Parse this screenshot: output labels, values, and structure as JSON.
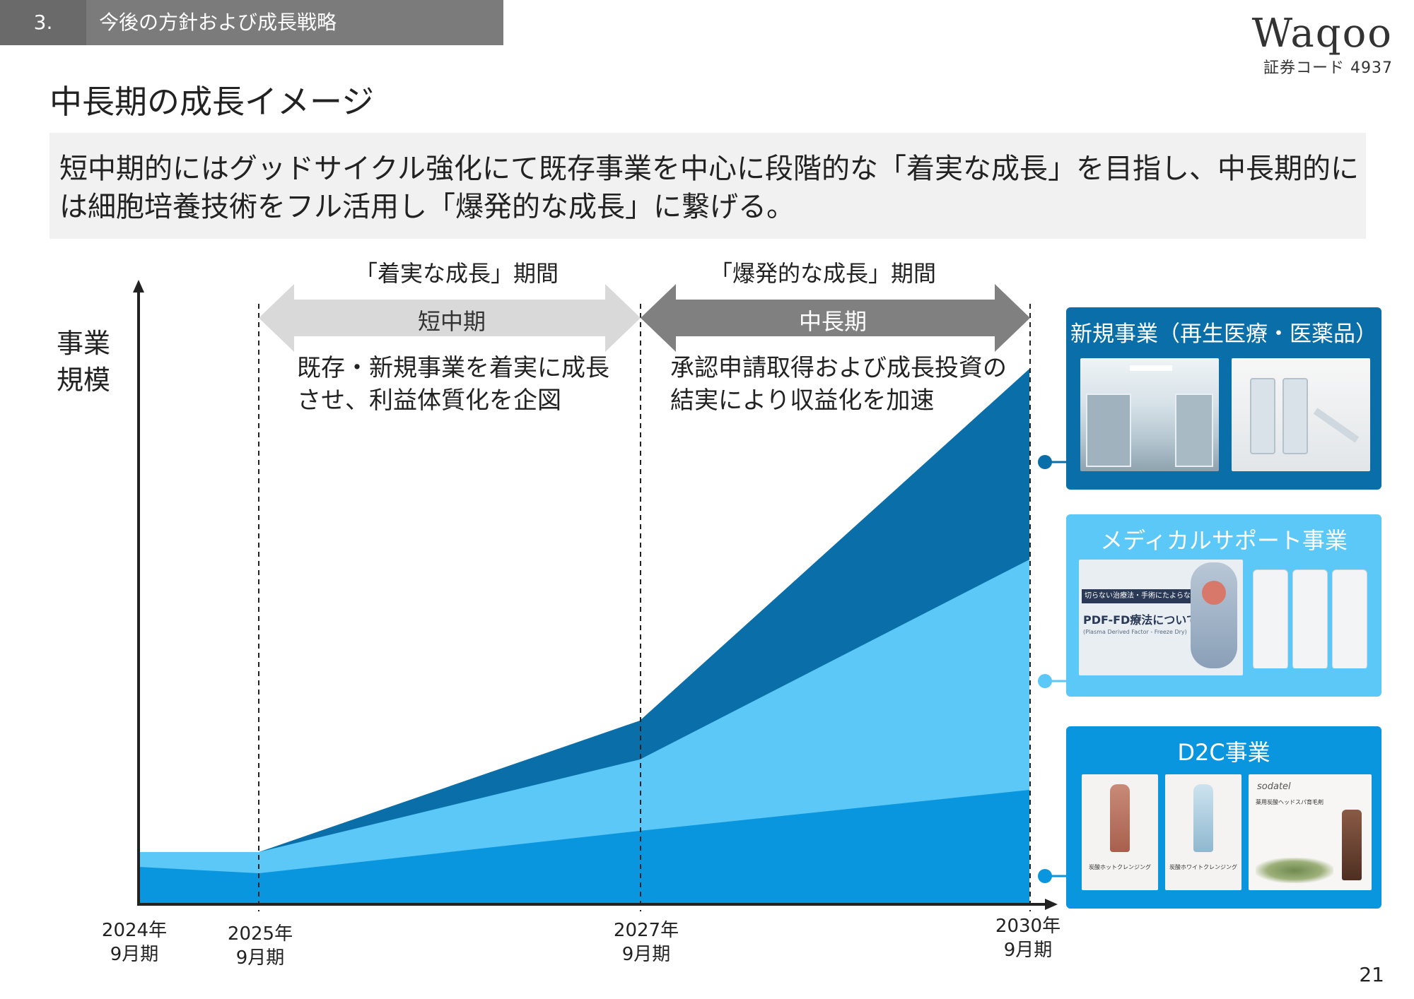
{
  "header": {
    "section_number": "3.",
    "section_title": "今後の方針および成長戦略"
  },
  "logo": {
    "name": "Waqoo",
    "stock_code": "証券コード 4937"
  },
  "page_title": "中長期の成長イメージ",
  "summary": "短中期的にはグッドサイクル強化にて既存事業を中心に段階的な「着実な成長」を目指し、中長期的には細胞培養技術をフル活用し「爆発的な成長」に繋げる。",
  "y_axis_label": "事業規模",
  "periods": [
    {
      "label": "「着実な成長」期間",
      "arrow_text": "短中期",
      "description": "既存・新規事業を着実に成長させ、利益体質化を企図"
    },
    {
      "label": "「爆発的な成長」期間",
      "arrow_text": "中長期",
      "description": "承認申請取得および成長投資の結実により収益化を加速"
    }
  ],
  "x_labels": [
    {
      "year": "2024年",
      "period": "9月期"
    },
    {
      "year": "2025年",
      "period": "9月期"
    },
    {
      "year": "2027年",
      "period": "9月期"
    },
    {
      "year": "2030年",
      "period": "9月期"
    }
  ],
  "segments": [
    {
      "name": "新規事業（再生医療・医薬品）",
      "color": "#0a6fa8"
    },
    {
      "name": "メディカルサポート事業",
      "color": "#5bc8f7"
    },
    {
      "name": "D2C事業",
      "color": "#0a96de"
    }
  ],
  "product_texts": {
    "pdf_banner": "切らない治療法・手術にたよらない",
    "pdf_title": "PDF-FD療法について",
    "pdf_sub": "(Plasma Derived Factor - Freeze Dry)",
    "sodate_brand": "sodatel",
    "sodate_product": "薬用炭酸ヘッドスパ育毛剤",
    "cleansing_1": "炭酸ホットクレンジング",
    "cleansing_2": "炭酸ホワイトクレンジング"
  },
  "page_number": "21",
  "colors": {
    "header_bar": "#7b7b7b",
    "arrow_short": "#d9d9d9",
    "arrow_long": "#808080"
  }
}
